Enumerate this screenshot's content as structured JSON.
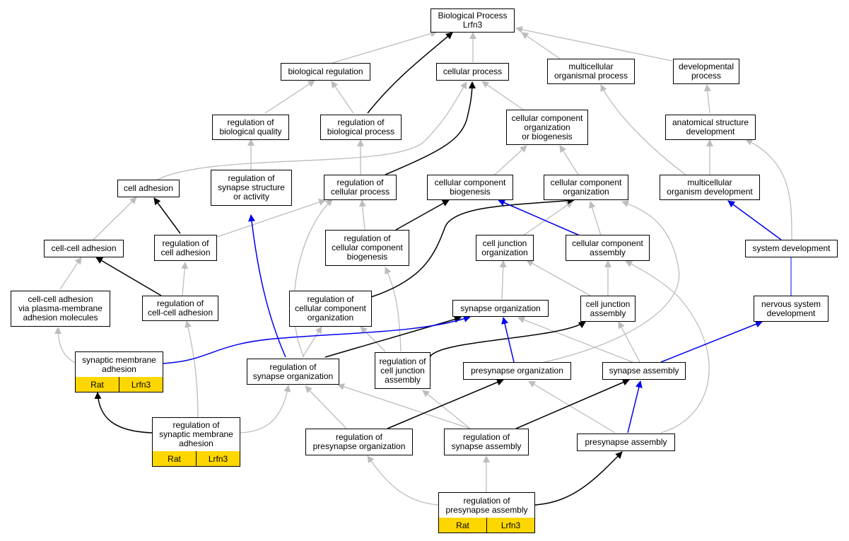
{
  "colors": {
    "gray": "#bdbdbd",
    "black": "#000000",
    "blue": "#0000ee",
    "highlight": "#ffd700"
  },
  "nodes": {
    "bp": "Biological Process\nLrfn3",
    "bioreg": "biological regulation",
    "cellproc": "cellular process",
    "multi": "multicellular\norganismal process",
    "devproc": "developmental\nprocess",
    "regqual": "regulation of\nbiological quality",
    "regbio": "regulation of\nbiological process",
    "ccob": "cellular component\norganization\nor biogenesis",
    "anat": "anatomical structure\ndevelopment",
    "celladh": "cell adhesion",
    "regsyn": "regulation of\nsynapse structure\nor activity",
    "regcell": "regulation of\ncellular process",
    "ccbio": "cellular component\nbiogenesis",
    "ccorg": "cellular component\norganization",
    "multidev": "multicellular\norganism development",
    "ccadh": "cell-cell adhesion",
    "regcelladh": "regulation of\ncell adhesion",
    "regccbio": "regulation of\ncellular component\nbiogenesis",
    "cjorg": "cell junction\norganization",
    "ccasm": "cellular component\nassembly",
    "sysdev": "system development",
    "ccadhpm": "cell-cell adhesion\nvia plasma-membrane\nadhesion molecules",
    "regccadh": "regulation of\ncell-cell adhesion",
    "regccorg": "regulation of\ncellular component\norganization",
    "synorg": "synapse organization",
    "cjasm": "cell junction\nassembly",
    "nsdev": "nervous system\ndevelopment",
    "synmem": "synaptic membrane\nadhesion",
    "regsynorg": "regulation of\nsynapse organization",
    "regcjasm": "regulation of\ncell junction\nassembly",
    "preorg": "presynapse organization",
    "synasm": "synapse assembly",
    "regsynmem": "regulation of\nsynaptic membrane\nadhesion",
    "regpreorg": "regulation of\npresynapse organization",
    "regsynasm": "regulation of\nsynapse assembly",
    "preasm": "presynapse assembly",
    "regpreasm": "regulation of\npresynapse assembly"
  },
  "tags": {
    "synmem": [
      "Rat",
      "Lrfn3"
    ],
    "regsynmem": [
      "Rat",
      "Lrfn3"
    ],
    "regpreasm": [
      "Rat",
      "Lrfn3"
    ]
  }
}
